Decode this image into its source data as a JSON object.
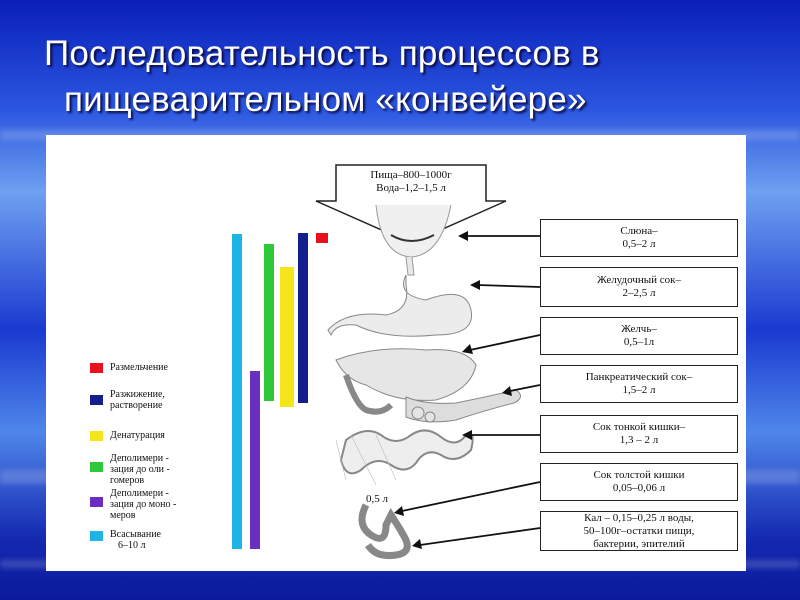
{
  "title": {
    "line1": "Последовательность процессов в",
    "line2": "пищеварительном «конвейере»"
  },
  "intake": {
    "line1": "Пища–800–1000г",
    "line2": "Вода–1,2–1,5 л"
  },
  "secretions": [
    {
      "line1": "Слюна–",
      "line2": "0,5–2 л"
    },
    {
      "line1": "Желудочный сок–",
      "line2": "2–2,5 л"
    },
    {
      "line1": "Желчь–",
      "line2": "0,5–1л"
    },
    {
      "line1": "Панкреатический сок–",
      "line2": "1,5–2 л"
    },
    {
      "line1": "Сок тонкой кишки–",
      "line2": "1,3 – 2 л"
    },
    {
      "line1": "Сок толстой кишки",
      "line2": "0,05–0,06 л"
    },
    {
      "line1": "Кал – 0,15–0,25 л воды,",
      "line2": "50–100г–остатки пищи,",
      "line3": "бактерии, эпителий"
    }
  ],
  "colon_label": "0,5 л",
  "legend": [
    {
      "color": "#e8101a",
      "line1": "Размельчение",
      "line2": "",
      "line3": ""
    },
    {
      "color": "#141e8c",
      "line1": "Разжижение,",
      "line2": "растворение",
      "line3": ""
    },
    {
      "color": "#f4e61a",
      "line1": "Денатурация",
      "line2": "",
      "line3": ""
    },
    {
      "color": "#2ec83a",
      "line1": "Деполимери -",
      "line2": "зация до оли -",
      "line3": "гомеров"
    },
    {
      "color": "#6a2fc0",
      "line1": "Деполимери -",
      "line2": "зация до моно -",
      "line3": "меров"
    },
    {
      "color": "#1eb4e6",
      "line1": "Всасывание",
      "line2": "6–10 л",
      "line3": ""
    }
  ]
}
